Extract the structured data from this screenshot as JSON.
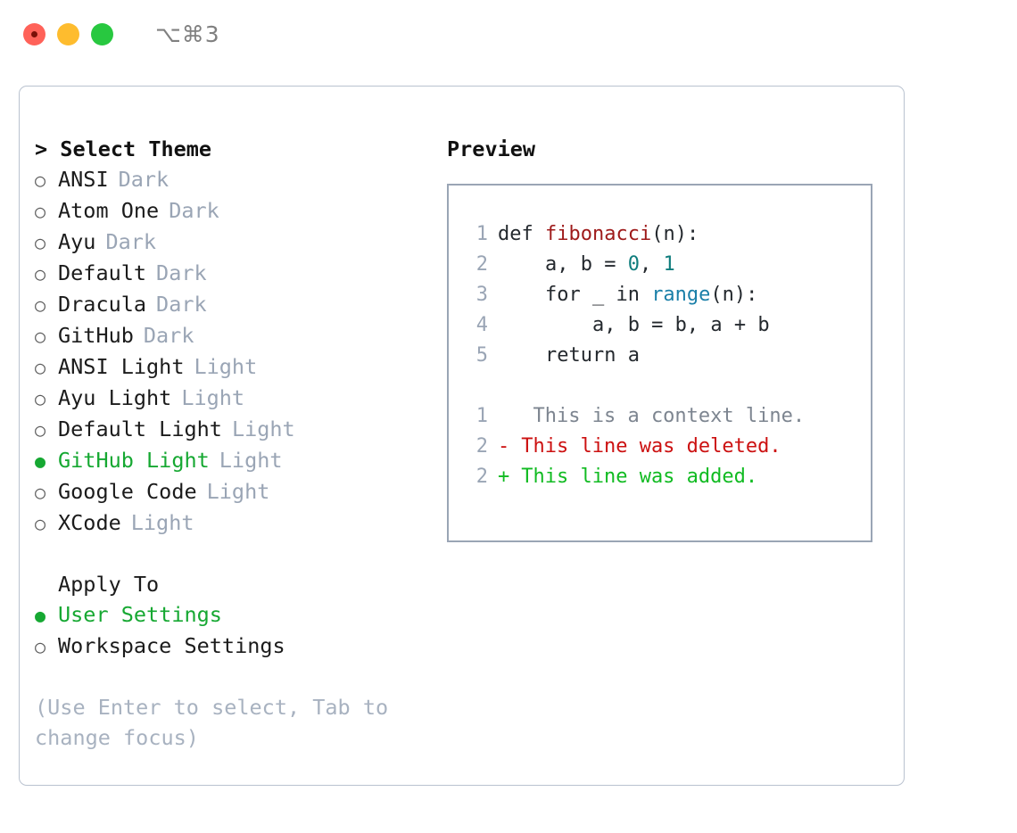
{
  "titlebar": {
    "shortcut": "⌥⌘3",
    "buttons": {
      "close": "close",
      "minimize": "minimize",
      "maximize": "maximize"
    }
  },
  "theme_picker": {
    "heading_caret": "> ",
    "heading": "Select Theme",
    "marker_selected": "●",
    "marker_unselected": "○",
    "options": [
      {
        "label": "ANSI",
        "badge": "Dark",
        "selected": false
      },
      {
        "label": "Atom One",
        "badge": "Dark",
        "selected": false
      },
      {
        "label": "Ayu",
        "badge": "Dark",
        "selected": false
      },
      {
        "label": "Default",
        "badge": "Dark",
        "selected": false
      },
      {
        "label": "Dracula",
        "badge": "Dark",
        "selected": false
      },
      {
        "label": "GitHub",
        "badge": "Dark",
        "selected": false
      },
      {
        "label": "ANSI Light",
        "badge": "Light",
        "selected": false
      },
      {
        "label": "Ayu Light",
        "badge": "Light",
        "selected": false
      },
      {
        "label": "Default Light",
        "badge": "Light",
        "selected": false
      },
      {
        "label": "GitHub Light",
        "badge": "Light",
        "selected": true
      },
      {
        "label": "Google Code",
        "badge": "Light",
        "selected": false
      },
      {
        "label": "XCode",
        "badge": "Light",
        "selected": false
      }
    ]
  },
  "apply_to": {
    "heading": "Apply To",
    "options": [
      {
        "label": "User Settings",
        "selected": true
      },
      {
        "label": "Workspace Settings",
        "selected": false
      }
    ]
  },
  "hint": "(Use Enter to select, Tab to change focus)",
  "preview": {
    "title": "Preview",
    "code_lines": [
      {
        "number": "1",
        "tokens": [
          {
            "text": "def ",
            "type": "plain"
          },
          {
            "text": "fibonacci",
            "type": "fn"
          },
          {
            "text": "(n):",
            "type": "plain"
          }
        ]
      },
      {
        "number": "2",
        "tokens": [
          {
            "text": "    a, b = ",
            "type": "plain"
          },
          {
            "text": "0",
            "type": "num"
          },
          {
            "text": ", ",
            "type": "plain"
          },
          {
            "text": "1",
            "type": "num"
          }
        ]
      },
      {
        "number": "3",
        "tokens": [
          {
            "text": "    for _ in ",
            "type": "plain"
          },
          {
            "text": "range",
            "type": "call"
          },
          {
            "text": "(n):",
            "type": "plain"
          }
        ]
      },
      {
        "number": "4",
        "tokens": [
          {
            "text": "        a, b = b, a + b",
            "type": "plain"
          }
        ]
      },
      {
        "number": "5",
        "tokens": [
          {
            "text": "    return a",
            "type": "plain"
          }
        ]
      }
    ],
    "diff_lines": [
      {
        "number": "1",
        "sign": " ",
        "text": "  This is a context line.",
        "kind": "context"
      },
      {
        "number": "2",
        "sign": "-",
        "text": " This line was deleted.",
        "kind": "del"
      },
      {
        "number": "2",
        "sign": "+",
        "text": " This line was added.",
        "kind": "add"
      }
    ]
  },
  "colors": {
    "accent_green": "#16a832",
    "muted": "#9aa5b5",
    "border": "#b9c2cf",
    "diff_add": "#11bb22",
    "diff_del": "#cc1111",
    "syntax_fn": "#9e1a1a",
    "syntax_num": "#0f7d7d",
    "syntax_call": "#1a7fa8"
  }
}
